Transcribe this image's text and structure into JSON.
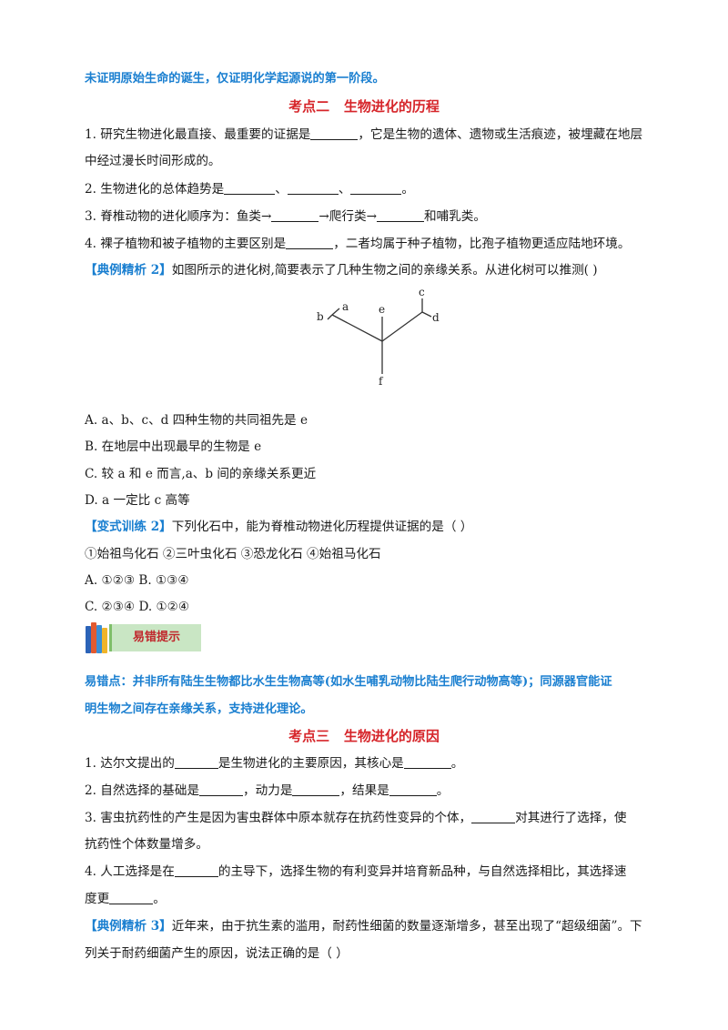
{
  "intro_note": "未证明原始生命的诞生，仅证明化学起源说的第一阶段。",
  "section2": {
    "title": "考点二   生物进化的历程",
    "q1_line1_a": "1. 研究生物进化最直接、最重要的证据是",
    "q1_line1_b": "，它是生物的遗体、遗物或生活痕迹，被埋藏在地层",
    "q1_line2": "中经过漫长时间形成的。",
    "q2_a": "2. 生物进化的总体趋势是",
    "q2_sep": "、",
    "q2_end": "。",
    "q3_a": "3. 脊椎动物的进化顺序为：鱼类",
    "q3_arrow": "→",
    "q3_b": "→爬行类→",
    "q3_c": "和哺乳类。",
    "q4_a": "4. 裸子植物和被子植物的主要区别是",
    "q4_b": "，二者均属于种子植物，比孢子植物更适应陆地环境。",
    "example2_tag": "【典例精析 2】",
    "example2_text": "如图所示的进化树,简要表示了几种生物之间的亲缘关系。从进化树可以推测(            )",
    "tree_labels": {
      "a": "a",
      "b": "b",
      "c": "c",
      "d": "d",
      "e": "e",
      "f": "f"
    },
    "options": [
      "A.   a、b、c、d 四种生物的共同祖先是 e",
      "B.   在地层中出现最早的生物是 e",
      "C.   较 a 和 e 而言,a、b 间的亲缘关系更近",
      "D.   a 一定比 c 高等"
    ],
    "variant2_tag": "【变式训练 2】",
    "variant2_text": "下列化石中，能为脊椎动物进化历程提供证据的是（   ）",
    "variant2_items": "①始祖鸟化石  ②三叶虫化石  ③恐龙化石  ④始祖马化石",
    "variant2_opt_row1": "A. ①②③    B. ①③④",
    "variant2_opt_row2": "C. ②③④    D. ①②④"
  },
  "banner": {
    "label": "易错提示",
    "book_colors": [
      "#2b63b8",
      "#e35a2f",
      "#3a8fd6",
      "#f0b429"
    ]
  },
  "pitfall": {
    "line1": "易错点：并非所有陆生生物都比水生生物高等(如水生哺乳动物比陆生爬行动物高等)；同源器官能证",
    "line2": "明生物之间存在亲缘关系，支持进化理论。"
  },
  "section3": {
    "title": "考点三   生物进化的原因",
    "q1_a": "1. 达尔文提出的",
    "q1_b": "是生物进化的主要原因，其核心是",
    "q1_end": "。",
    "q2_a": "2. 自然选择的基础是",
    "q2_b": "，动力是",
    "q2_c": "，结果是",
    "q2_end": "。",
    "q3_line1_a": "3. 害虫抗药性的产生是因为害虫群体中原本就存在抗药性变异的个体，",
    "q3_line1_b": "对其进行了选择，使",
    "q3_line2": "抗药性个体数量增多。",
    "q4_line1_a": "4. 人工选择是在",
    "q4_line1_b": "的主导下，选择生物的有利变异并培育新品种，与自然选择相比，其选择速",
    "q4_line2_a": "度更",
    "q4_line2_end": "。",
    "example3_tag": "【典例精析 3】",
    "example3_text": "近年来，由于抗生素的滥用，耐药性细菌的数量逐渐增多，甚至出现了“超级细菌”。下",
    "example3_line2": "列关于耐药细菌产生的原因，说法正确的是（   ）"
  },
  "colors": {
    "accent_blue": "#1a7fd0",
    "heading_red": "#d6252a",
    "banner_green": "#c9e6c4"
  }
}
